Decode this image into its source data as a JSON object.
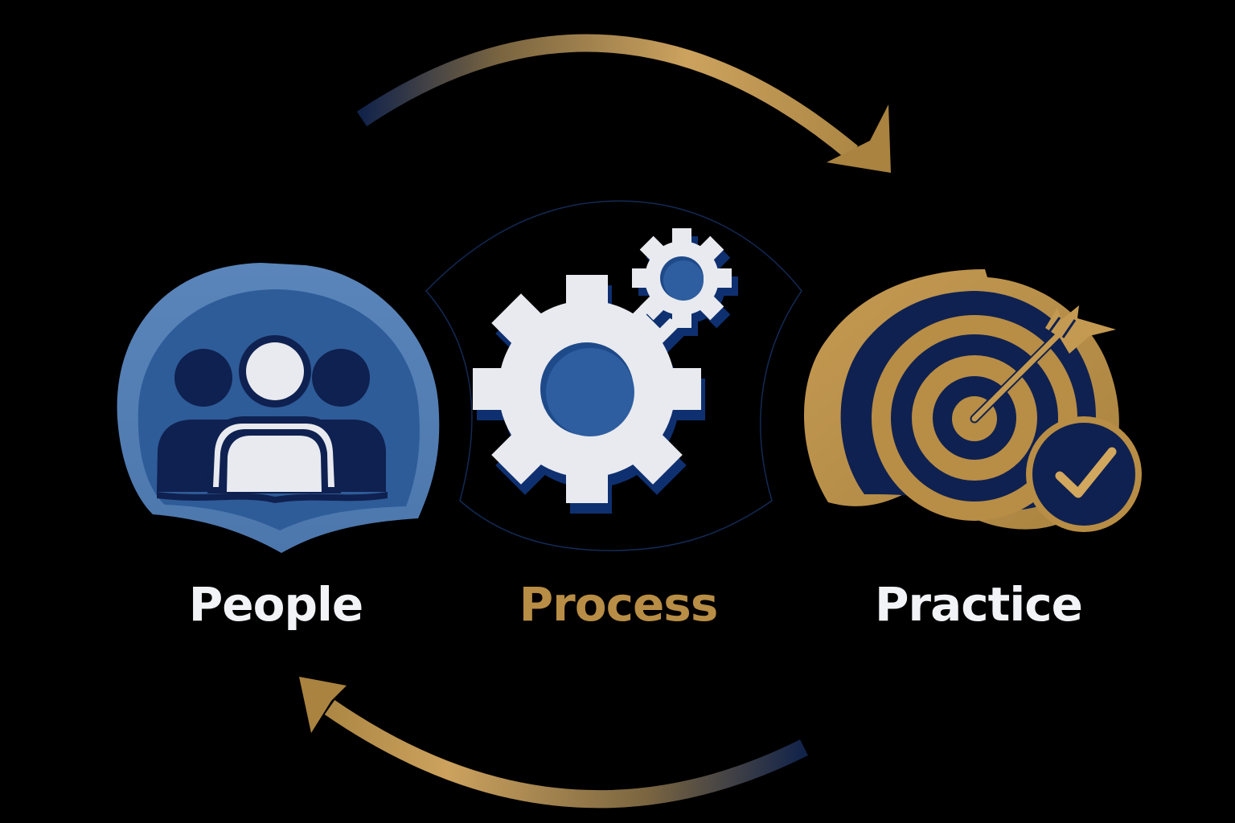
{
  "diagram": {
    "type": "cycle",
    "nodes": [
      {
        "id": "people",
        "label": "People",
        "icon": "group-of-people-icon",
        "label_color": "#f2f3f6"
      },
      {
        "id": "process",
        "label": "Process",
        "icon": "gears-icon",
        "label_color": "#b88d45"
      },
      {
        "id": "practice",
        "label": "Practice",
        "icon": "target-with-arrow-and-checkmark-icon",
        "label_color": "#f2f3f6"
      }
    ],
    "edges": [
      {
        "from": "people",
        "to": "practice",
        "style": "curved-arrow-top",
        "direction": "clockwise"
      },
      {
        "from": "practice",
        "to": "people",
        "style": "curved-arrow-bottom",
        "direction": "clockwise"
      }
    ]
  },
  "colors": {
    "background": "#000000",
    "navy": "#0f2150",
    "blue": "#2e5c98",
    "light_blue": "#5681b6",
    "gold": "#b88d45",
    "gold_light": "#d2a75e",
    "white": "#e8eaef"
  }
}
